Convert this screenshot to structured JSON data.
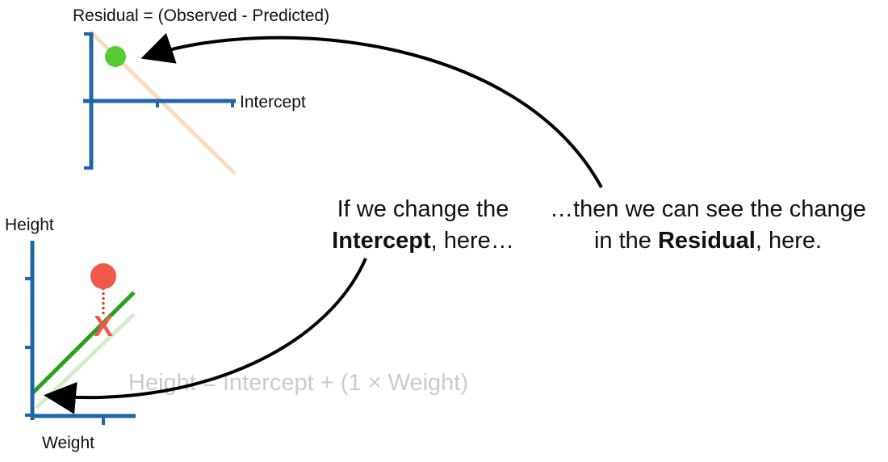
{
  "residual_plot": {
    "title": "Residual = (Observed - Predicted)",
    "x_axis_label": "Intercept"
  },
  "height_plot": {
    "y_axis_label": "Height",
    "x_axis_label": "Weight",
    "equation": "Height = Intercept + (1 × Weight)",
    "residual_marker": "X"
  },
  "left_caption": {
    "line1": "If we change the",
    "line2_bold": "Intercept",
    "line2_rest": ", here…"
  },
  "right_caption": {
    "line1": "…then we can see the change",
    "line2_pre": "in the ",
    "line2_bold": "Residual",
    "line2_post": ", here."
  },
  "colors": {
    "axis": "#1f66a8",
    "observed_point": "#f0584a",
    "residual_point": "#55cc33",
    "fitted_line": "#2e9e1f",
    "faded_line": "#d4ecca",
    "residual_line_trace": "#f9dcc0",
    "equation_text": "#cccccc",
    "arrow": "#000000"
  }
}
